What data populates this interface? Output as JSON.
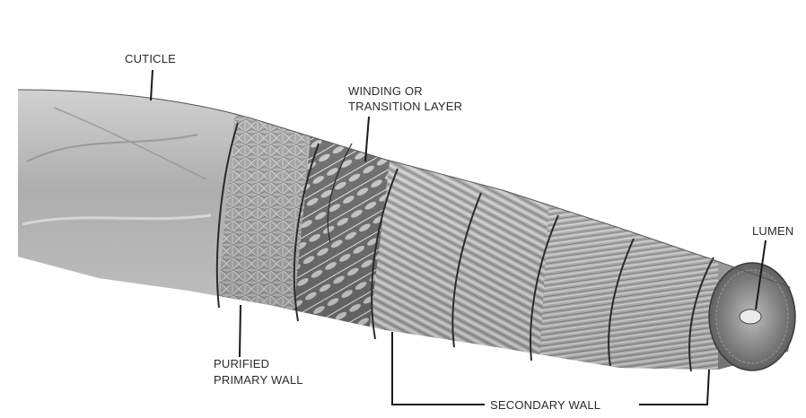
{
  "labels": {
    "cuticle": "CUTICLE",
    "winding_line1": "WINDING OR",
    "winding_line2": "TRANSITION LAYER",
    "lumen": "LUMEN",
    "purified_line1": "PURIFIED",
    "purified_line2": "PRIMARY WALL",
    "secondary": "SECONDARY WALL"
  },
  "colors": {
    "background": "#ffffff",
    "fiber_dark": "#5a5a5a",
    "fiber_light": "#d6d6d6",
    "leader": "#1a1a1a"
  }
}
